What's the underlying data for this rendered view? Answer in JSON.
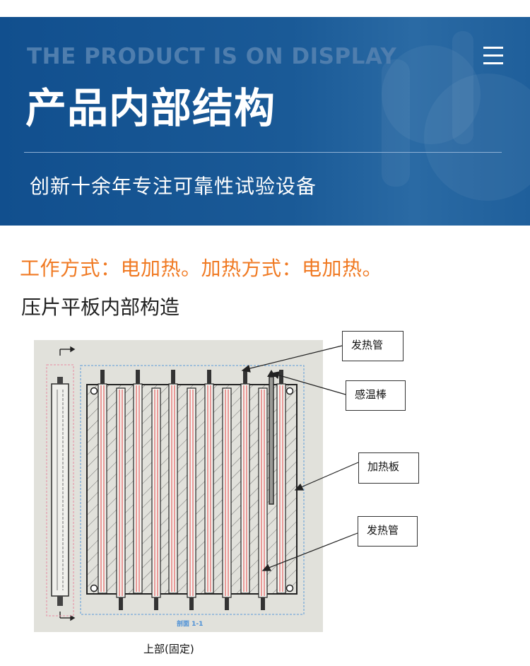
{
  "banner": {
    "en_title": "THE PRODUCT IS ON DISPLAY",
    "title": "产品内部结构",
    "subtitle": "创新十余年专注可靠性试验设备"
  },
  "content": {
    "work_mode": "工作方式：电加热。加热方式：电加热。",
    "section_title": "压片平板内部构造"
  },
  "diagram": {
    "labels": {
      "heating_tube_top": "发热管",
      "temp_rod": "感温棒",
      "heating_plate": "加热板",
      "heating_tube_bottom": "发热管"
    },
    "view_label": "剖面 1-1",
    "caption": "上部(固定)"
  },
  "colors": {
    "banner": "#1a5a97",
    "accent": "#f07a23",
    "tube_red": "#e05050",
    "dash_blue": "#5a9ad8",
    "dash_pink": "#e88aa0"
  }
}
